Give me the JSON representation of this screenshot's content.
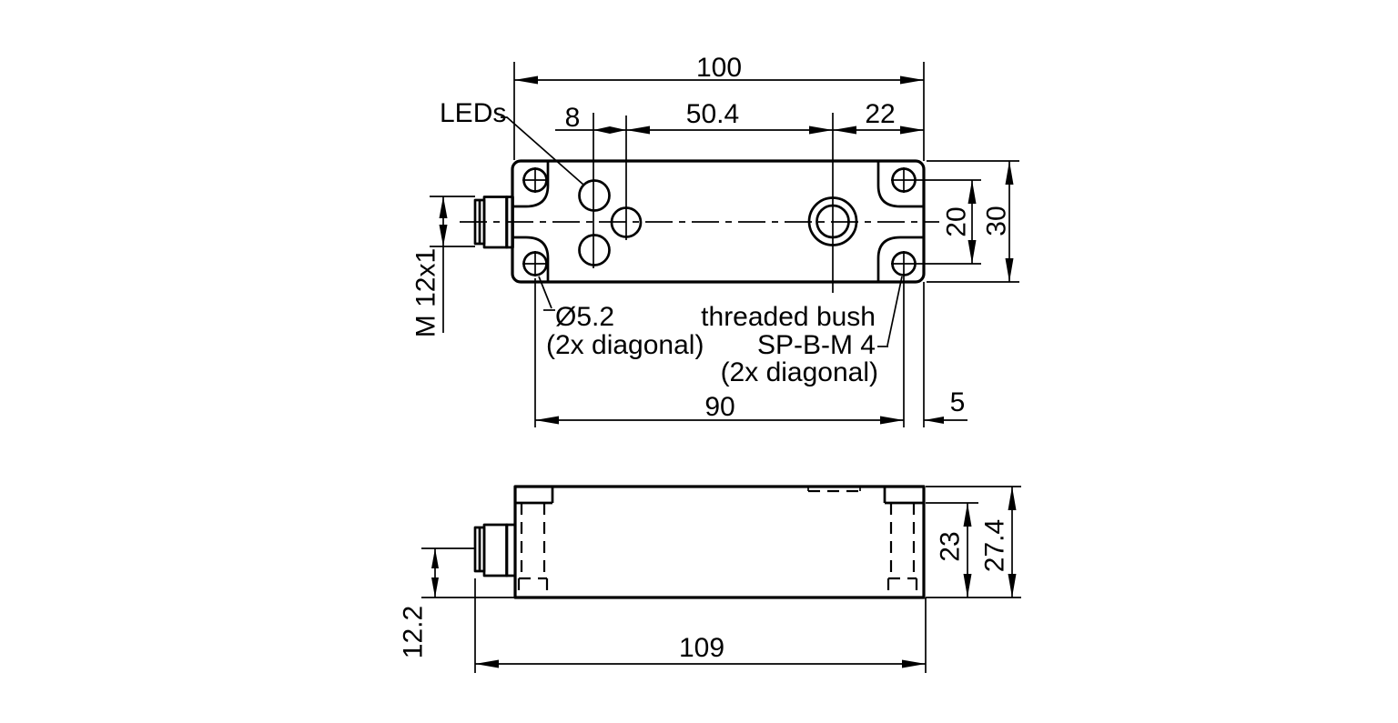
{
  "drawing": {
    "top_view": {
      "overall_width": "100",
      "led_spacing": "8",
      "bush_center_offset": "50.4",
      "bush_to_edge": "22",
      "hole_row_spacing": "20",
      "body_height": "30",
      "hole_span": "90",
      "hole_edge_offset": "5",
      "connector_thread": "M 12x1",
      "leds_label": "LEDs",
      "hole_diameter": "Ø5.2",
      "hole_note": "(2x diagonal)",
      "bush_label_line1": "threaded bush",
      "bush_label_line2": "SP-B-M 4",
      "bush_label_line3": "(2x diagonal)"
    },
    "side_view": {
      "overall_length": "109",
      "connector_center_height": "12.2",
      "body_height": "23",
      "overall_height": "27.4"
    },
    "colors": {
      "line": "#000000",
      "background": "#ffffff"
    }
  }
}
